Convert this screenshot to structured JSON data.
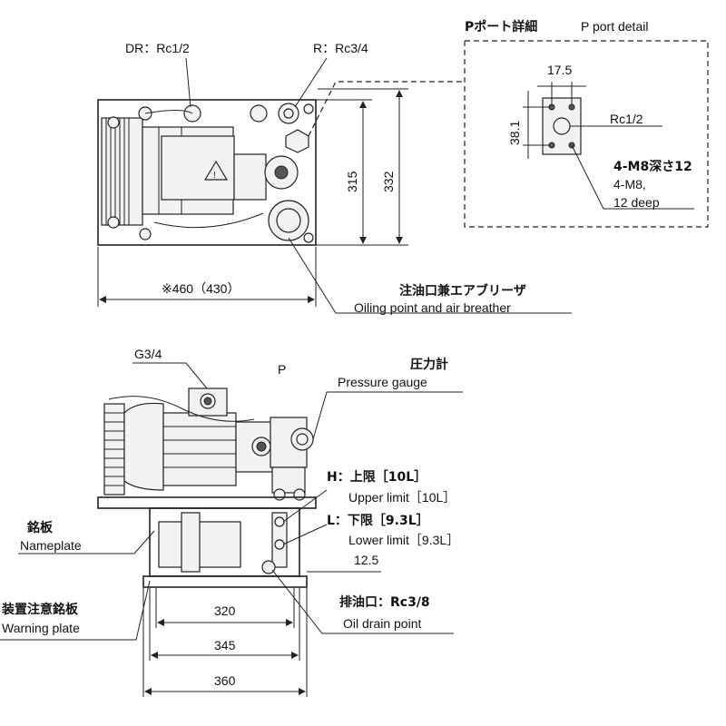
{
  "top_view": {
    "dr_port": "DR：Rc1/2",
    "r_port": "R：Rc3/4",
    "dim_315": "315",
    "dim_332": "332",
    "dim_width": "※460（430）",
    "oiling_jp": "注油口兼エアブリーザ",
    "oiling_en": "Oiling point and air breather"
  },
  "p_port_detail": {
    "title_jp": "Pポート詳細",
    "title_en": "P port detail",
    "dim_17_5": "17.5",
    "dim_38_1": "38.1",
    "port_size": "Rc1/2",
    "bolt_jp": "4-M8深さ12",
    "bolt_en_1": "4-M8,",
    "bolt_en_2": "12 deep"
  },
  "front_view": {
    "g34": "G3/4",
    "p": "P",
    "gauge_jp": "圧力計",
    "gauge_en": "Pressure gauge",
    "upper_jp": "H：上限［10L］",
    "upper_en": "Upper limit［10L］",
    "lower_jp": "L：下限［9.3L］",
    "lower_en": "Lower limit［9.3L］",
    "dim_12_5": "12.5",
    "nameplate_jp": "銘板",
    "nameplate_en": "Nameplate",
    "warning_jp": "装置注意銘板",
    "warning_en": "Warning plate",
    "drain_jp": "排油口：Rc3/8",
    "drain_en": "Oil drain point",
    "dim_320": "320",
    "dim_345": "345",
    "dim_360": "360"
  }
}
